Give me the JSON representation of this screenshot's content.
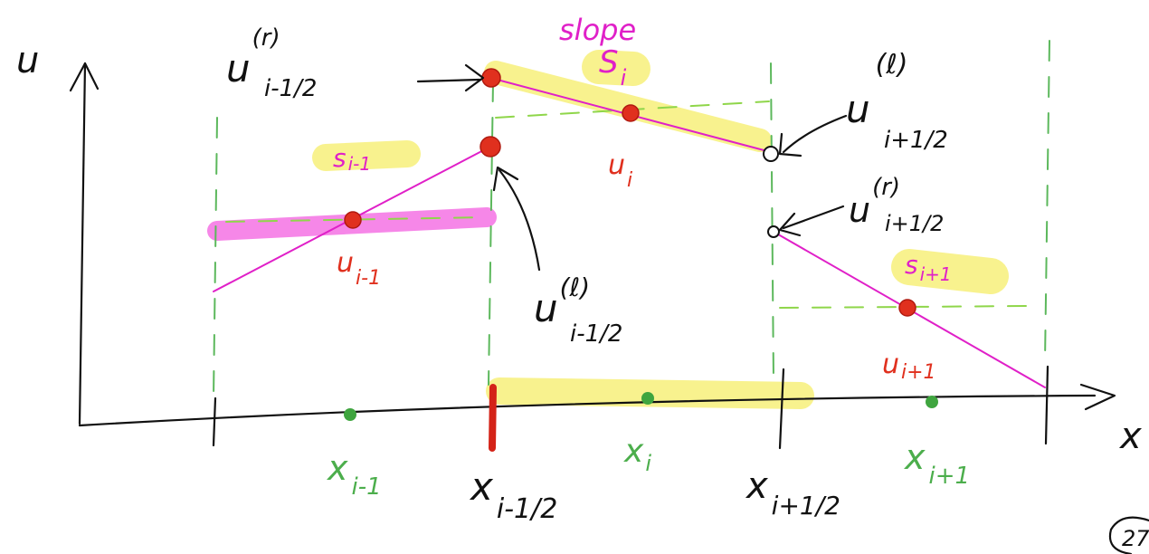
{
  "axes": {
    "y_label": "u",
    "x_label": "x"
  },
  "slope_label": "slope",
  "cells": [
    {
      "center_label": "x",
      "center_sub": "i-1",
      "value_label": "u",
      "value_sub": "i-1",
      "slope_label": "s",
      "slope_sub": "i-1"
    },
    {
      "center_label": "x",
      "center_sub": "i",
      "value_label": "u",
      "value_sub": "i",
      "slope_label": "S",
      "slope_sub": "i"
    },
    {
      "center_label": "x",
      "center_sub": "i+1",
      "value_label": "u",
      "value_sub": "i+1",
      "slope_label": "s",
      "slope_sub": "i+1"
    }
  ],
  "interfaces": [
    {
      "label": "x",
      "sub": "i-1/2"
    },
    {
      "label": "x",
      "sub": "i+1/2"
    }
  ],
  "reconstructed": [
    {
      "label": "u",
      "sup": "(r)",
      "sub": "i-1/2"
    },
    {
      "label": "u",
      "sup": "(ℓ)",
      "sub": "i-1/2"
    },
    {
      "label": "u",
      "sup": "(ℓ)",
      "sub": "i+1/2"
    },
    {
      "label": "u",
      "sup": "(r)",
      "sub": "i+1/2"
    }
  ],
  "page_number": "27",
  "colors": {
    "ink": "#111111",
    "cells": "#5cb85c",
    "values": "#e0301e",
    "reconstruction": "#e020c8",
    "highlight_yellow": "#f7f07a",
    "highlight_pink": "#f57ae6"
  }
}
